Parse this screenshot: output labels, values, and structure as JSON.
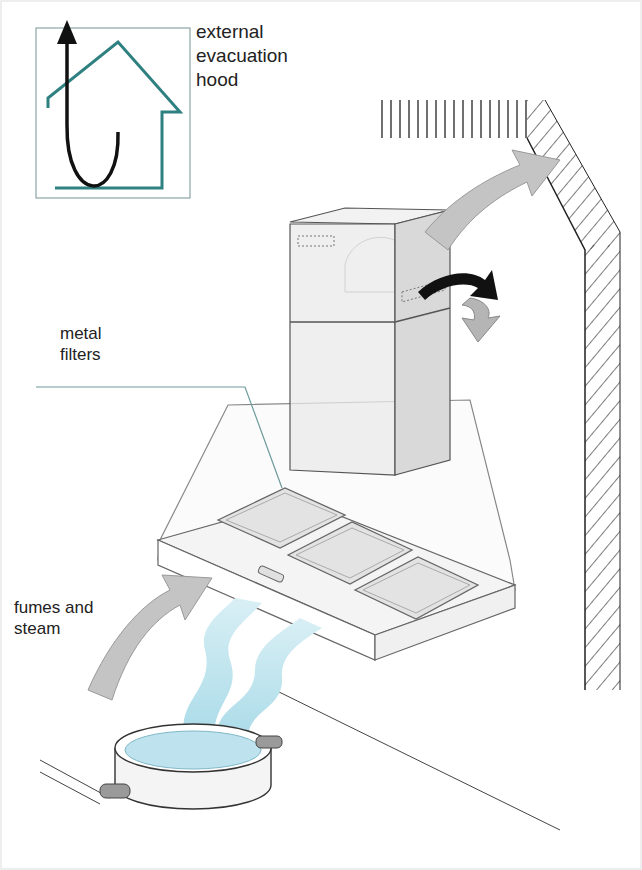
{
  "diagram": {
    "labels": [
      "external evacuation hood",
      "metal filters",
      "fumes and steam"
    ]
  }
}
